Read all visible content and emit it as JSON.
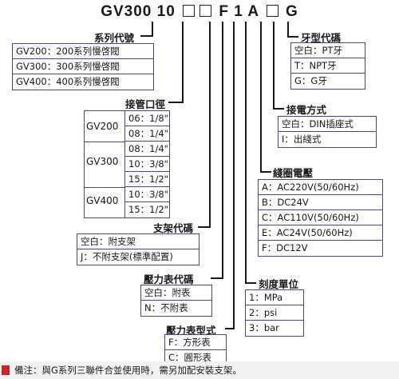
{
  "model": {
    "prefix": "GV300 10",
    "f": "F",
    "one": "1",
    "a": "A",
    "g": "G"
  },
  "series": {
    "title": "系列代號",
    "rows": [
      "GV200：200系列慢啓閥",
      "GV300：300系列慢啓閥",
      "GV400：400系列慢啓閥"
    ]
  },
  "port": {
    "title": "接管口徑",
    "groups": [
      {
        "label": "GV200",
        "rows": [
          "06：1/8\"",
          "08：1/4\""
        ]
      },
      {
        "label": "GV300",
        "rows": [
          "08：1/4\"",
          "10：3/8\"",
          "15：1/2\""
        ]
      },
      {
        "label": "GV400",
        "rows": [
          "10：3/8\"",
          "15：1/2\""
        ]
      }
    ]
  },
  "bracket": {
    "title": "支架代碼",
    "rows": [
      "空白：附支架",
      "J：不附支架(標準配置)"
    ]
  },
  "gauge": {
    "title": "壓力表代碼",
    "rows": [
      "空白：附表",
      "N：不附表"
    ]
  },
  "gauge_type": {
    "title": "壓力表型式",
    "rows": [
      "F：方形表",
      "C：圓形表"
    ]
  },
  "thread": {
    "title": "牙型代碼",
    "rows": [
      "空白：PT牙",
      "T：NPT牙",
      "G：G牙"
    ]
  },
  "elec": {
    "title": "接電方式",
    "rows": [
      "空白：DIN插座式",
      "I：出綫式"
    ]
  },
  "voltage": {
    "title": "綫圈電壓",
    "rows": [
      "A：AC220V(50/60Hz)",
      "B：DC24V",
      "C：AC110V(50/60Hz)",
      "E：AC24V(50/60Hz)",
      "F：DC12V"
    ]
  },
  "unit": {
    "title": "刻度單位",
    "rows": [
      "1：MPa",
      "2：psi",
      "3：bar"
    ]
  },
  "note": "備注：與G系列三聯件合並使用時，需另加配安裝支架。"
}
